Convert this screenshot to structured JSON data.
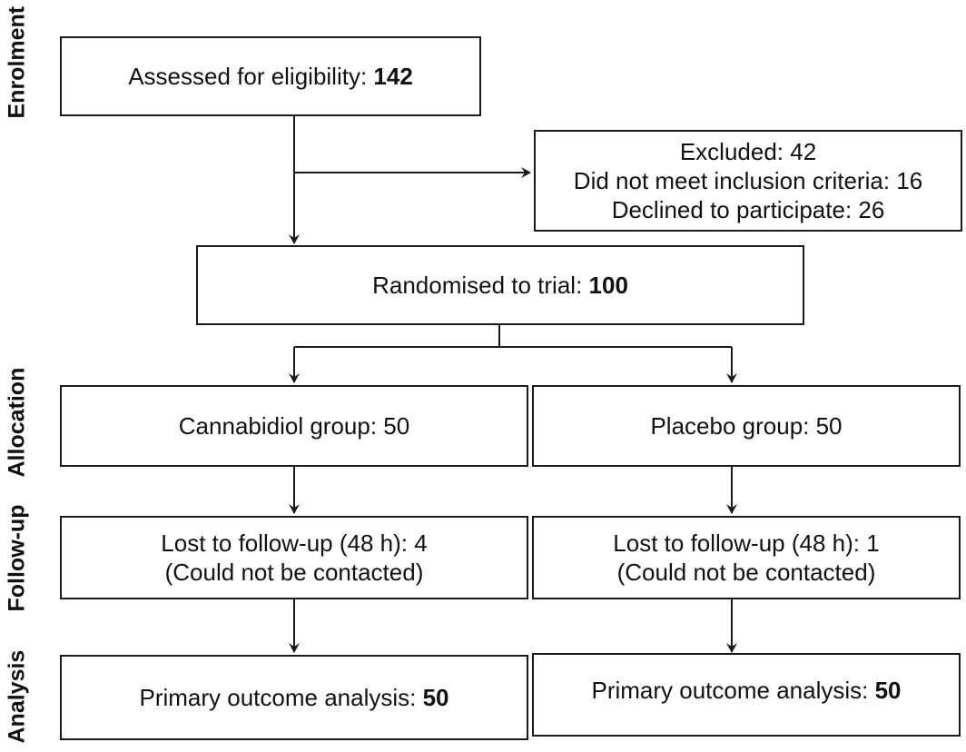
{
  "stages": {
    "enrolment": "Enrolment",
    "allocation": "Allocation",
    "follow_up": "Follow-up",
    "analysis": "Analysis"
  },
  "assessed": {
    "label": "Assessed for eligibility: ",
    "count": "142"
  },
  "excluded": {
    "line1": "Excluded: 42",
    "line2": "Did not meet inclusion criteria: 16",
    "line3": "Declined to participate: 26"
  },
  "randomised": {
    "label": "Randomised to trial: ",
    "count": "100"
  },
  "cbd": {
    "group": "Cannabidiol group: 50",
    "lost_line1": "Lost to follow-up (48 h): 4",
    "lost_line2": "(Could not be contacted)",
    "analysis_label": "Primary outcome analysis: ",
    "analysis_count": "50"
  },
  "placebo": {
    "group": "Placebo group: 50",
    "lost_line1": "Lost to follow-up (48 h): 1",
    "lost_line2": "(Could not be contacted)",
    "analysis_label": "Primary outcome analysis: ",
    "analysis_count": "50"
  }
}
